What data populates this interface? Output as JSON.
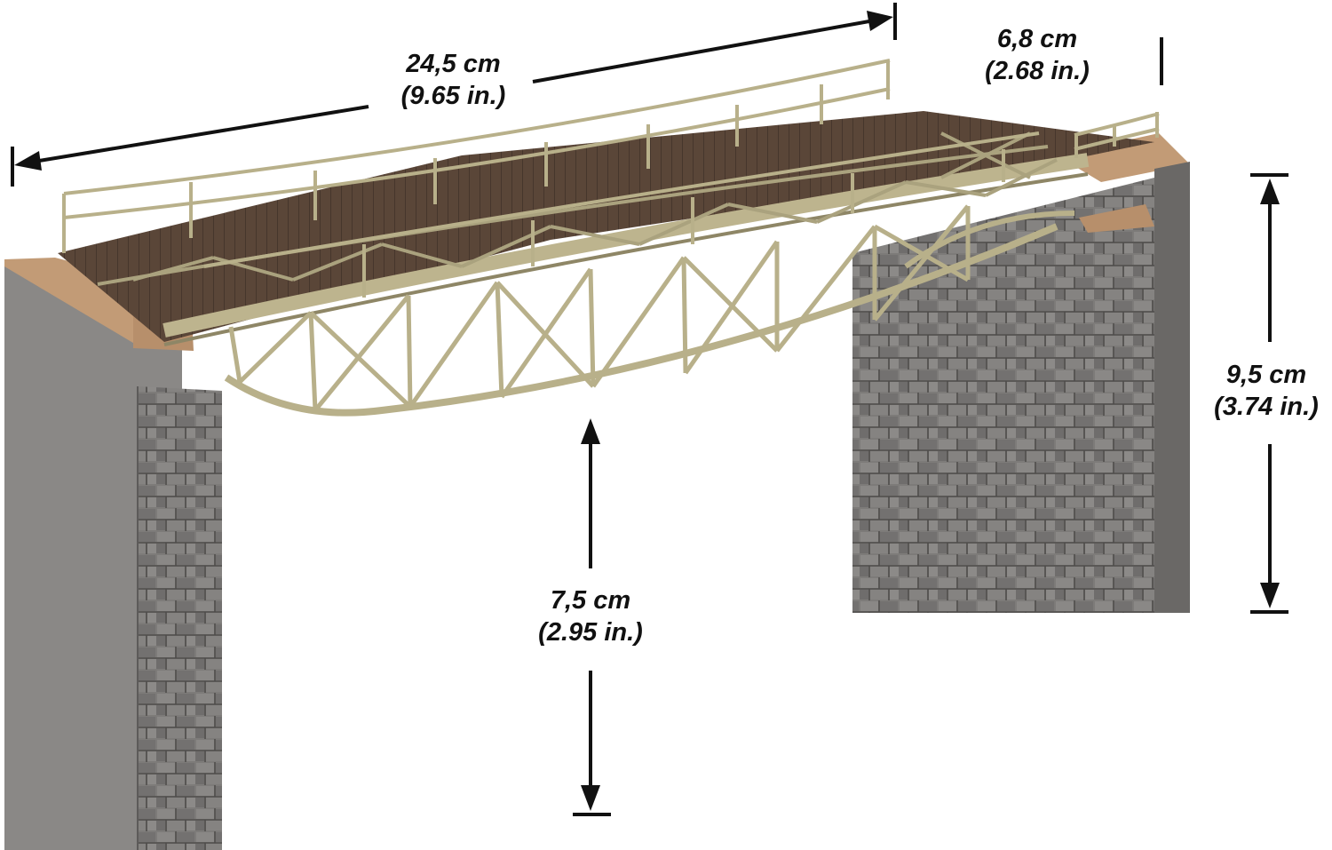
{
  "colors": {
    "stone": "#7f7d7b",
    "stone_dark": "#5e5c5a",
    "concrete": "#8a8886",
    "pier_cap": "#c8a07a",
    "truss": "#b8b08a",
    "truss_dark": "#8e8666",
    "deck": "#5a4638",
    "arrow": "#111111"
  },
  "dimensions": {
    "length": {
      "metric": "24,5 cm",
      "imperial": "(9.65 in.)"
    },
    "width": {
      "metric": "6,8 cm",
      "imperial": "(2.68 in.)"
    },
    "height": {
      "metric": "9,5 cm",
      "imperial": "(3.74 in.)"
    },
    "clearance": {
      "metric": "7,5 cm",
      "imperial": "(2.95 in.)"
    }
  }
}
